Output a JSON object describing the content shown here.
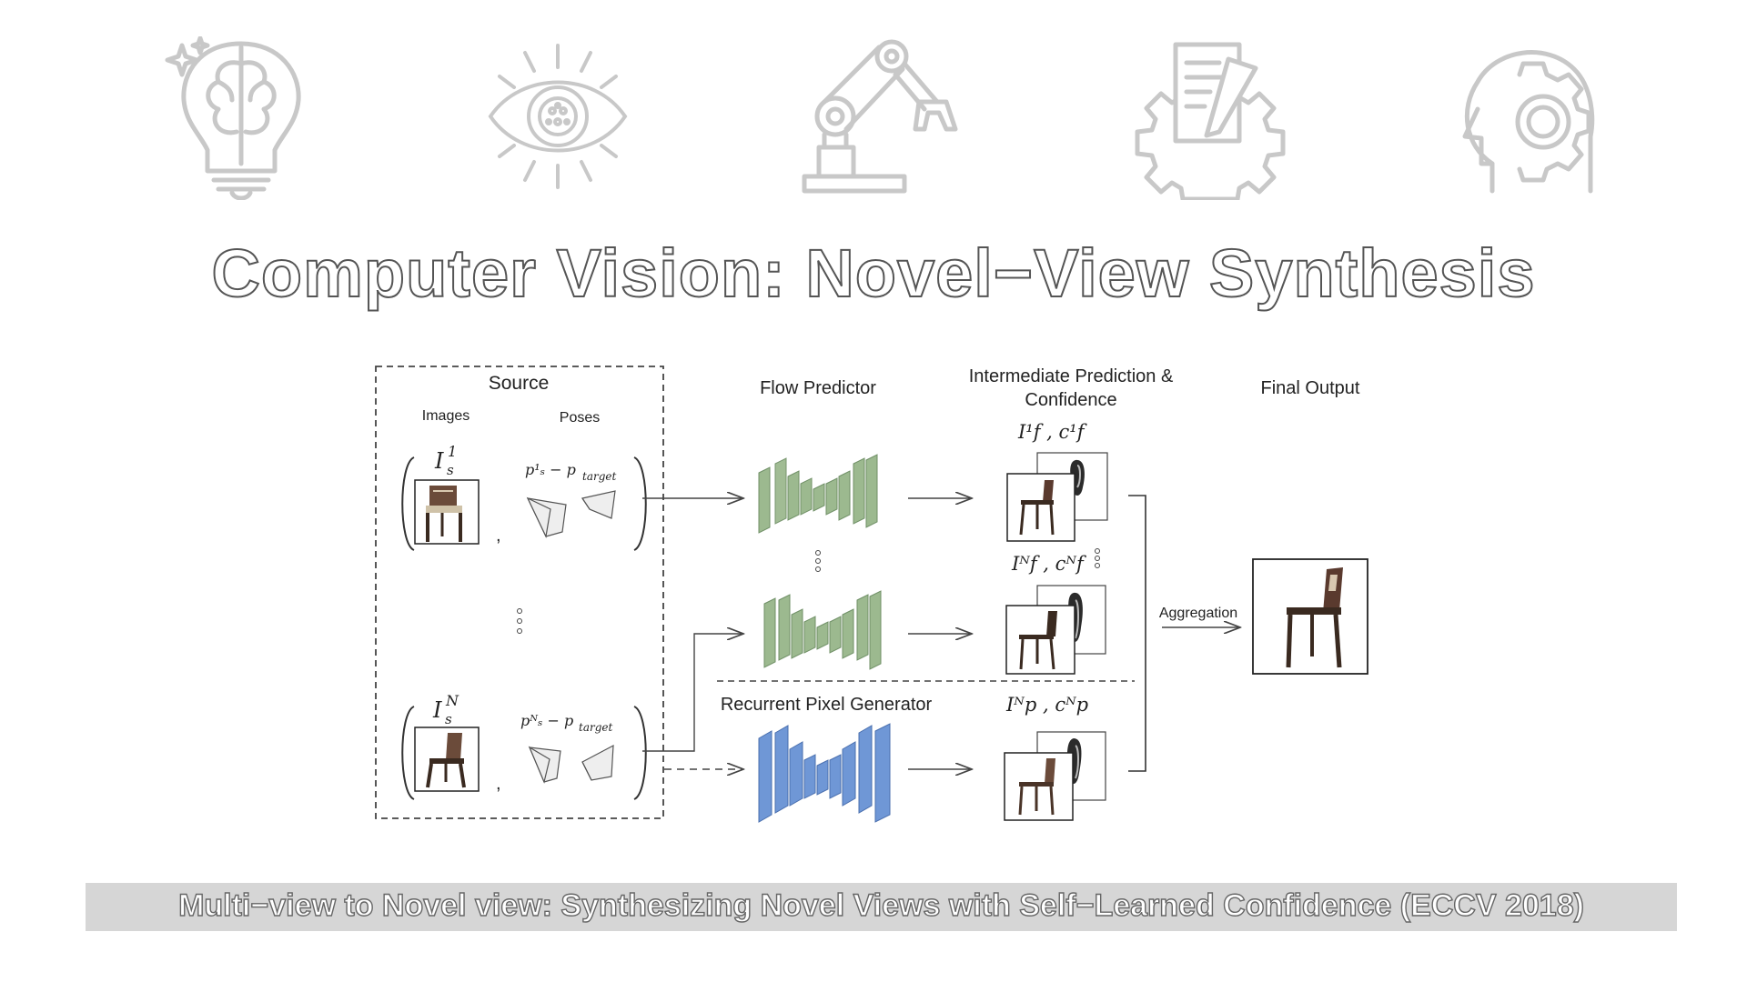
{
  "icons": [
    {
      "name": "brain-lightbulb-icon"
    },
    {
      "name": "eye-icon"
    },
    {
      "name": "robot-arm-icon"
    },
    {
      "name": "document-gear-icon"
    },
    {
      "name": "head-gear-icon"
    }
  ],
  "title": "Computer Vision: Novel−View Synthesis",
  "diagram": {
    "source_label": "Source",
    "images_label": "Images",
    "poses_label": "Poses",
    "flow_predictor_label": "Flow Predictor",
    "intermediate_label_line1": "Intermediate Prediction &",
    "intermediate_label_line2": "Confidence",
    "final_output_label": "Final Output",
    "recurrent_label": "Recurrent Pixel Generator",
    "aggregation_label": "Aggregation",
    "source_image_1": "I",
    "source_image_1_sup": "1",
    "source_image_1_sub": "s",
    "source_image_n": "I",
    "source_image_n_sup": "N",
    "source_image_n_sub": "s",
    "pose_1": "p¹ₛ − p",
    "pose_1_sub": "target",
    "pose_n": "pᴺₛ − p",
    "pose_n_sub": "target",
    "flow_1_label": "I¹f , c¹f",
    "flow_n_label": "Iᴺf , cᴺf",
    "pixel_n_label": "Iᴺp , cᴺp",
    "colors": {
      "flow_net": "#9cb98f",
      "pixel_net": "#6f97d6",
      "lines": "#444444",
      "icon_stroke": "#c8c8c8"
    }
  },
  "caption": "Multi−view to Novel view: Synthesizing Novel Views with Self−Learned Confidence (ECCV 2018)"
}
